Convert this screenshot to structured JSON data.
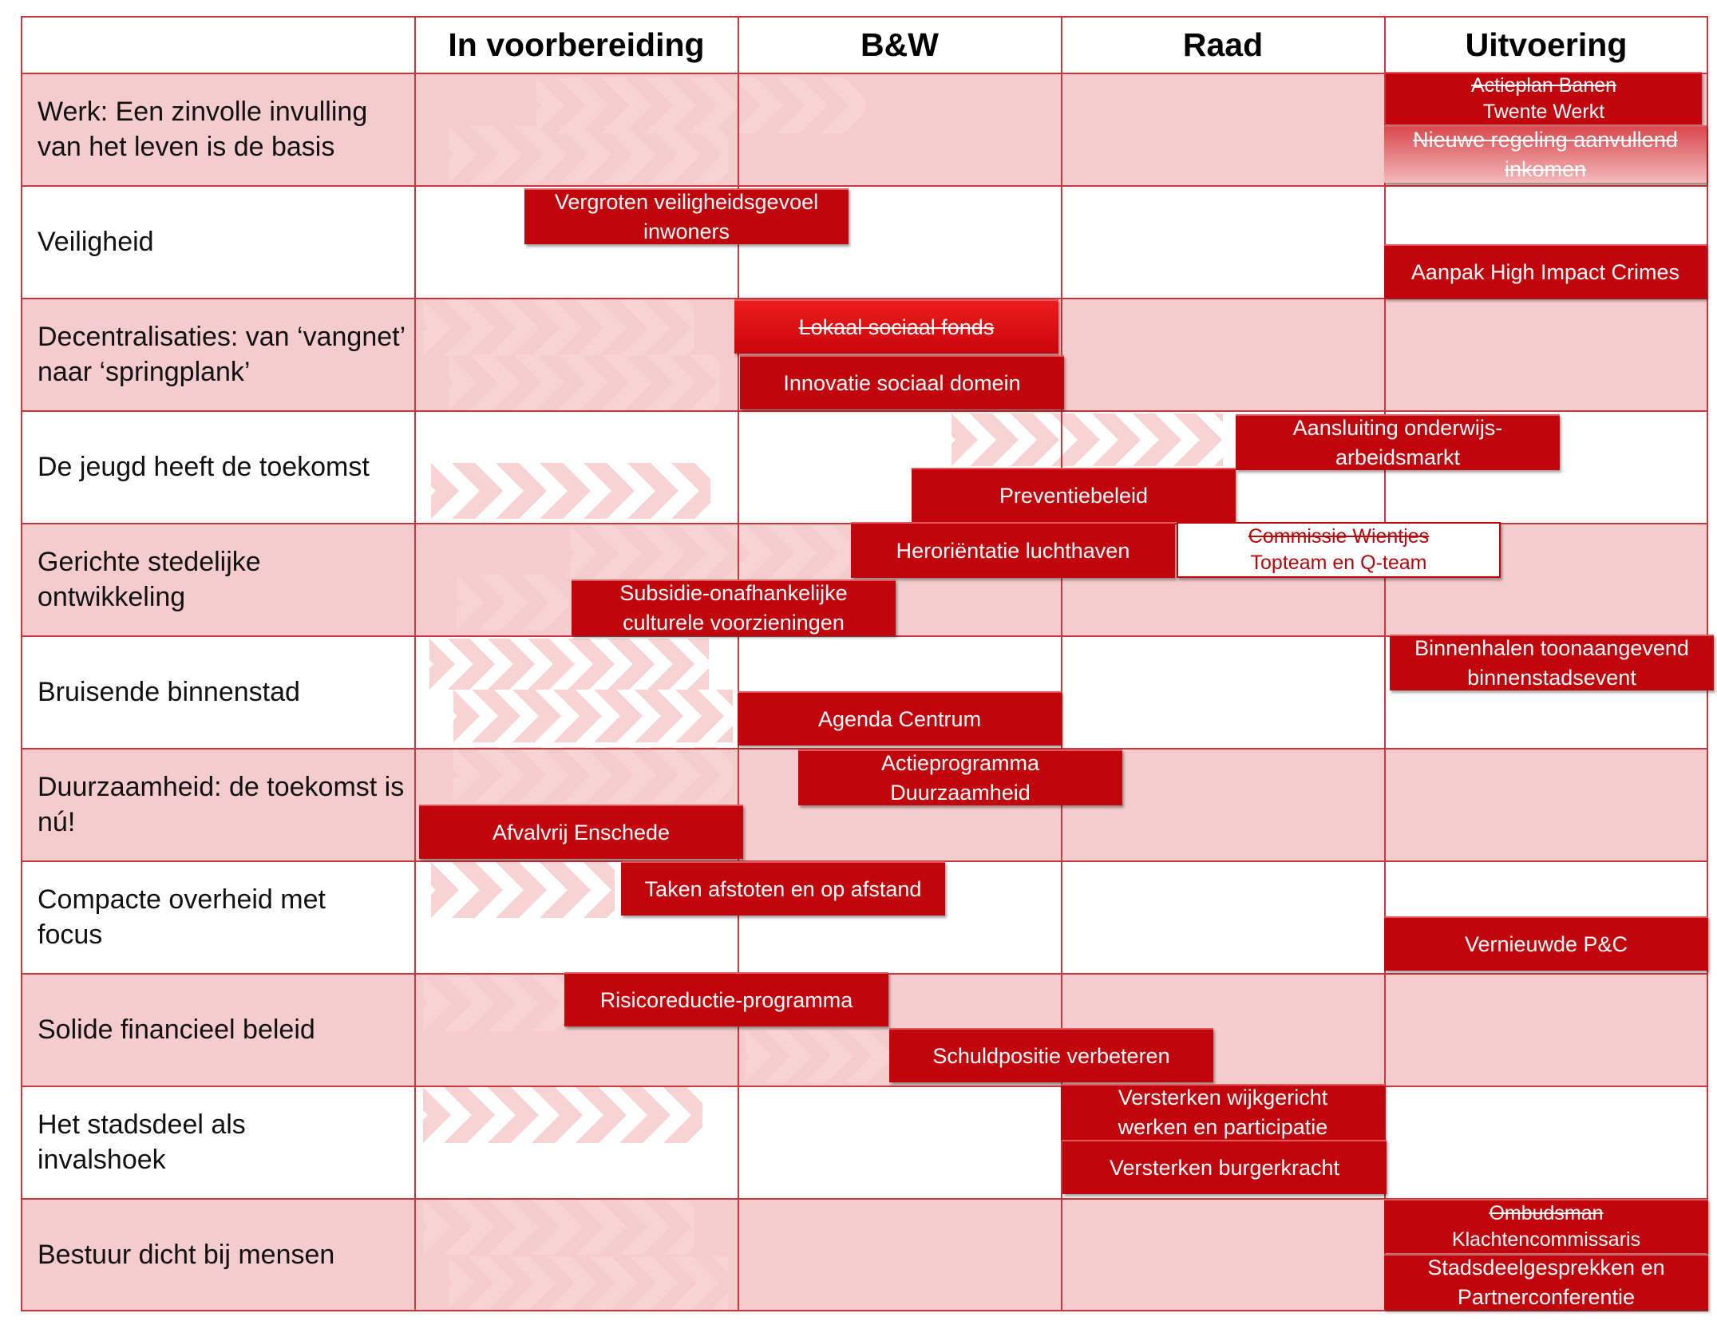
{
  "header": {
    "columns": [
      "In voorbereiding",
      "B&W",
      "Raad",
      "Uitvoering"
    ]
  },
  "rows": [
    {
      "label": "Werk: Een zinvolle invulling van het leven is de basis"
    },
    {
      "label": "Veiligheid"
    },
    {
      "label": "Decentralisaties: van ‘vangnet’ naar ‘springplank’"
    },
    {
      "label": "De jeugd heeft de toekomst"
    },
    {
      "label": "Gerichte stedelijke ontwikkeling"
    },
    {
      "label": "Bruisende binnenstad"
    },
    {
      "label": "Duurzaamheid: de toekomst is nú!"
    },
    {
      "label": "Compacte overheid met focus"
    },
    {
      "label": "Solide financieel beleid"
    },
    {
      "label": "Het stadsdeel als invalshoek"
    },
    {
      "label": "Bestuur dicht bij mensen"
    }
  ],
  "items": {
    "actieplan_banen": {
      "line1": "Actieplan Banen",
      "line2": "Twente Werkt"
    },
    "nieuwe_regeling": "Nieuwe regeling aanvullend inkomen",
    "vergroten_veiligheid": "Vergroten veiligheidsgevoel inwoners",
    "aanpak_hic": "Aanpak High Impact Crimes",
    "lokaal_sociaal_fonds": "Lokaal sociaal fonds",
    "innovatie_sociaal_domein": "Innovatie sociaal domein",
    "aansluiting_onderwijs": "Aansluiting onderwijs-arbeidsmarkt",
    "preventiebeleid": "Preventiebeleid",
    "heroriëntatie_luchthaven": "Heroriëntatie luchthaven",
    "commissie_wientjes": {
      "line1": "Commissie Wientjes",
      "line2": "Topteam en Q-team"
    },
    "subsidie_culturele": "Subsidie-onafhankelijke culturele voorzieningen",
    "binnenhalen_event": "Binnenhalen toonaangevend binnenstadsevent",
    "agenda_centrum": "Agenda Centrum",
    "actieprogramma_duurzaamheid": "Actieprogramma Duurzaamheid",
    "afvalvrij_enschede": "Afvalvrij Enschede",
    "taken_afstoten": "Taken afstoten en op afstand",
    "vernieuwde_pc": "Vernieuwde P&C",
    "risicoreductie": "Risicoreductie-programma",
    "schuldpositie": "Schuldpositie verbeteren",
    "versterken_wijkgericht": "Versterken wijkgericht werken en participatie",
    "versterken_burgerkracht": "Versterken burgerkracht",
    "ombudsman": {
      "line1": "Ombudsman",
      "line2": "Klachtencommissaris"
    },
    "stadsdeelgesprekken": "Stadsdeelgesprekken en Partnerconferentie"
  },
  "colors": {
    "grid": "#c8373b",
    "band": "#f4cccd",
    "box": "#c0050c",
    "chevron": "#f8d3d4"
  }
}
